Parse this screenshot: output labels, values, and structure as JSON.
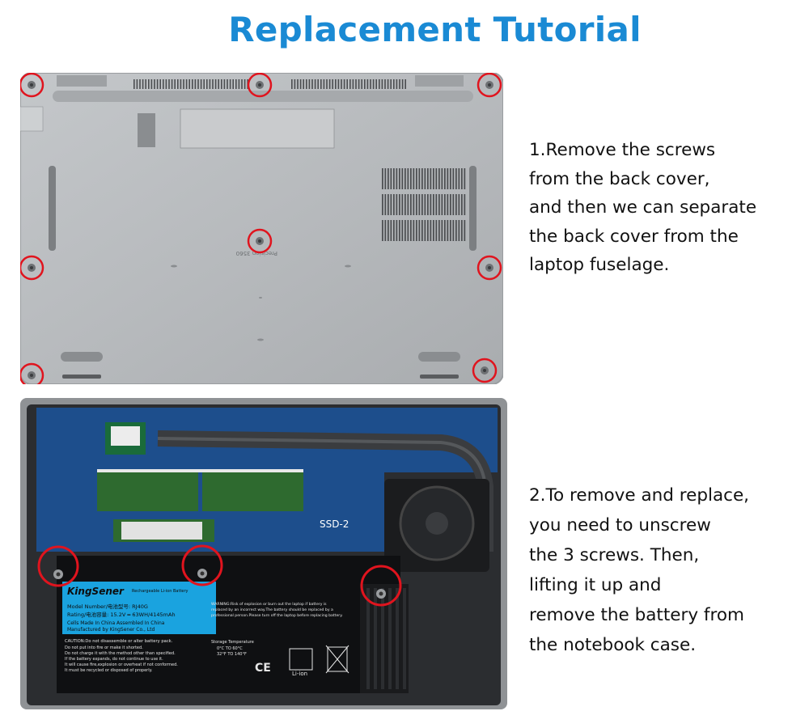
{
  "title": "Replacement Tutorial",
  "step1": {
    "lines": [
      "1.Remove the screws",
      "from the back cover,",
      "and then we can separate",
      "the back cover from the",
      "laptop fuselage."
    ]
  },
  "step2": {
    "lines": [
      "2.To remove and replace,",
      "you need to unscrew",
      "the 3 screws. Then,",
      "lifting it up and",
      "remove the battery from",
      "the notebook case."
    ]
  },
  "cover_photo": {
    "model_text": "Precision 3560"
  },
  "internal_photo": {
    "ssd_label": "SSD-2",
    "battery": {
      "brand": "KingSener",
      "type": "Rechargeable Li-ion Battery",
      "model": "Model Number/电池型号: RJ40G",
      "rating": "Rating/电池容量: 15.2V ═ 63WH/4145mAh",
      "made": "Cells Made In China  Assembled In China",
      "manufacturer": "Manufactured by KingSener Co., Ltd",
      "caution": "CAUTION:Do not disassemble or alter battery pack.",
      "caution_lines": [
        "Do not put into fire or make it shorted.",
        "Do not charge it with the method other than specified.",
        "If the battery expands, do not continue to use it.",
        "It will cause fire,explosion or overheat if not conformed.",
        "It must be recycled or disposed of properly."
      ],
      "warning": "WARNING:Risk of explosion or burn out the laptop if battery is",
      "warning_lines": [
        "replaced by an incorrect way.The battery should be replaced by a",
        "professional person.Please turn off the laptop before replacing battery."
      ],
      "storage_title": "Storage Temperature",
      "storage_c": "0°C TO 60°C",
      "storage_f": "32°F TO 140°F",
      "li_ion": "Li-ion",
      "ce": "CE"
    }
  },
  "colors": {
    "title": "#1a8ad4",
    "highlight_circle": "#e0141e",
    "cover_silver": "#b9bcbf",
    "board_blue": "#1d4e8c",
    "battery_label": "#1aa3df"
  }
}
